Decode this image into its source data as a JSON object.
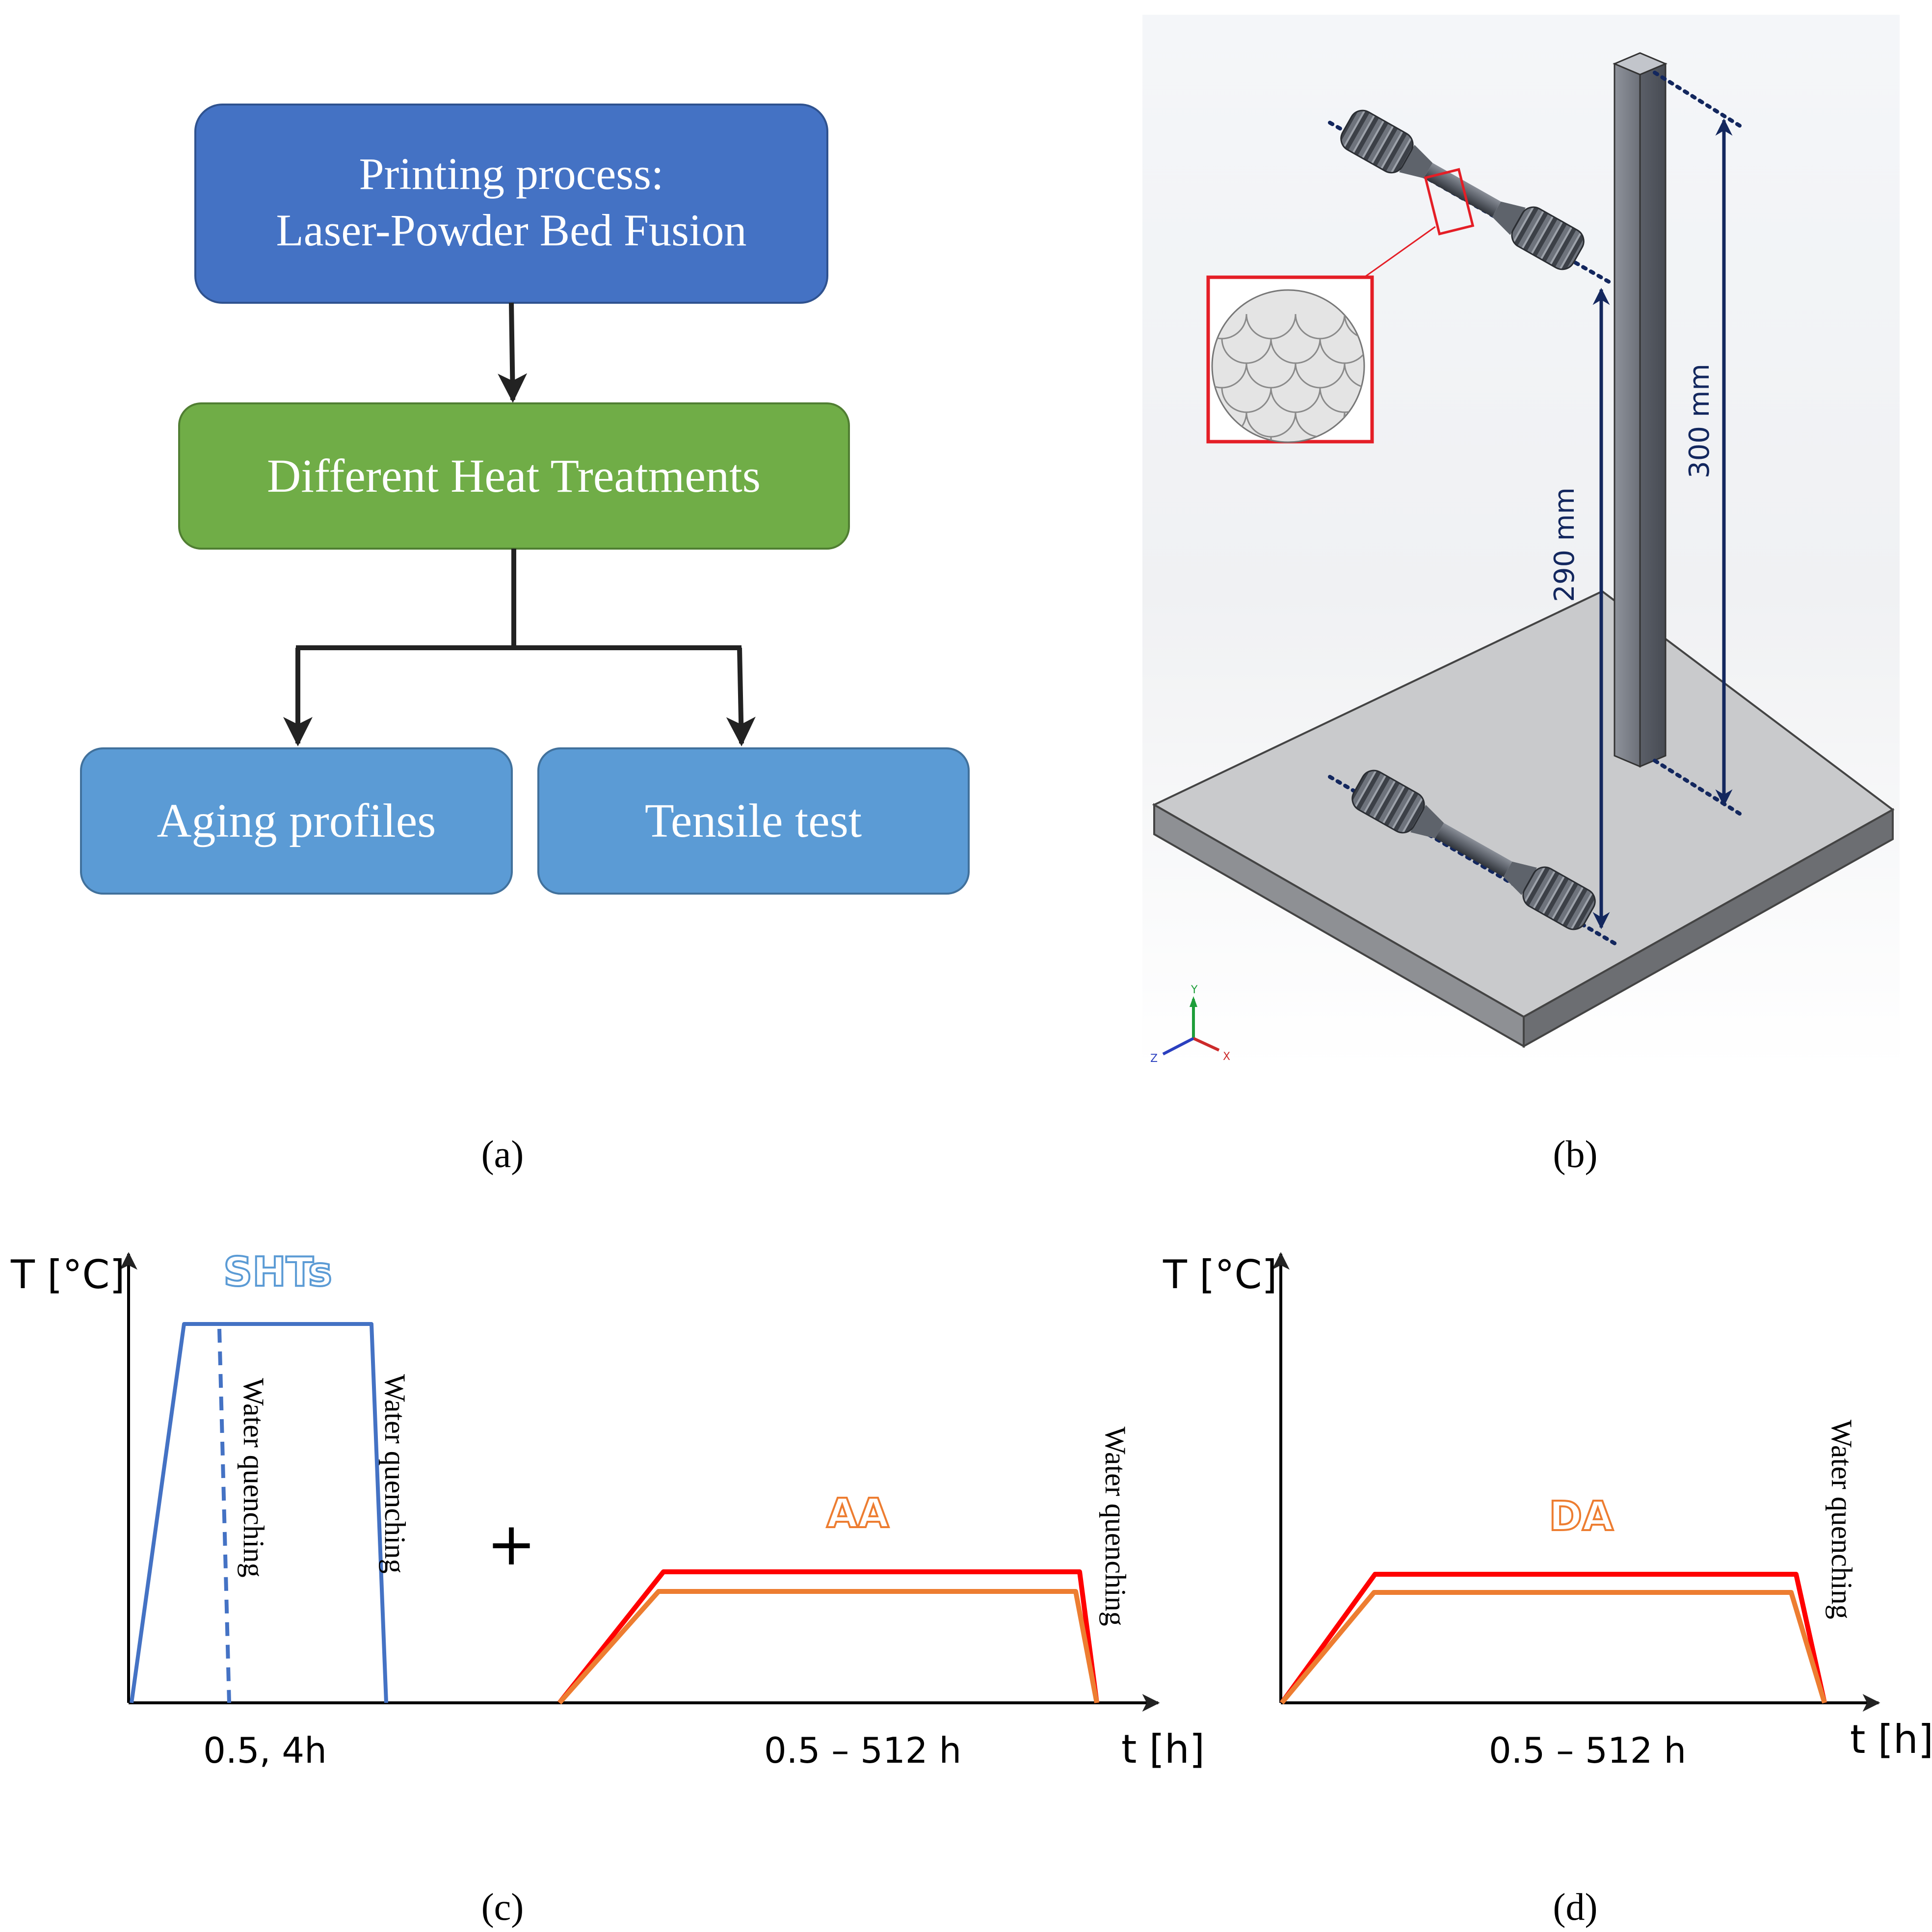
{
  "panel_a": {
    "box1_line1": "Printing process:",
    "box1_line2": "Laser-Powder Bed Fusion",
    "box2": "Different Heat Treatments",
    "box3": "Aging profiles",
    "box4": "Tensile test",
    "colors": {
      "box1": "#4472c4",
      "box2": "#70ad47",
      "box3": "#5b9bd5",
      "box4": "#5b9bd5"
    }
  },
  "panel_b": {
    "dim_300": "300 mm",
    "dim_290": "290 mm",
    "axis_y": "Y",
    "axis_z": "Z",
    "axis_x": "X"
  },
  "panel_c": {
    "y_axis_label": "T [°C]",
    "x_axis_label": "t [h]",
    "sht_title": "SHTs",
    "aa_title": "AA",
    "plus": "+",
    "wq_dashed": "Water quenching",
    "wq_solid": "Water quenching",
    "wq_aa": "Water quenching",
    "time_sht": "0.5, 4h",
    "time_aa": "0.5 – 512 h",
    "colors": {
      "sht": "#4472c4",
      "red": "#ff0000",
      "orange": "#ed7d31"
    }
  },
  "panel_d": {
    "y_axis_label": "T [°C]",
    "x_axis_label": "t [h]",
    "da_title": "DA",
    "wq": "Water quenching",
    "time_da": "0.5 – 512 h"
  },
  "captions": {
    "a": "(a)",
    "b": "(b)",
    "c": "(c)",
    "d": "(d)"
  }
}
